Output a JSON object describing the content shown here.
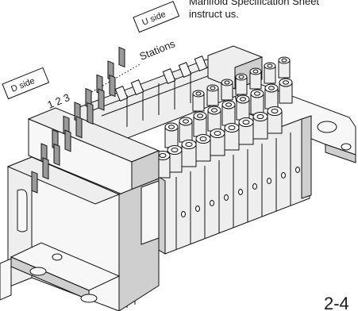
{
  "header_text": {
    "line1": "Manifold Specification Sheet",
    "line2": "instruct us."
  },
  "labels": {
    "u_side": "U side",
    "d_side": "D side",
    "stations": "Stations",
    "station_numbers": "1 2 3"
  },
  "page_number": "2-4"
}
